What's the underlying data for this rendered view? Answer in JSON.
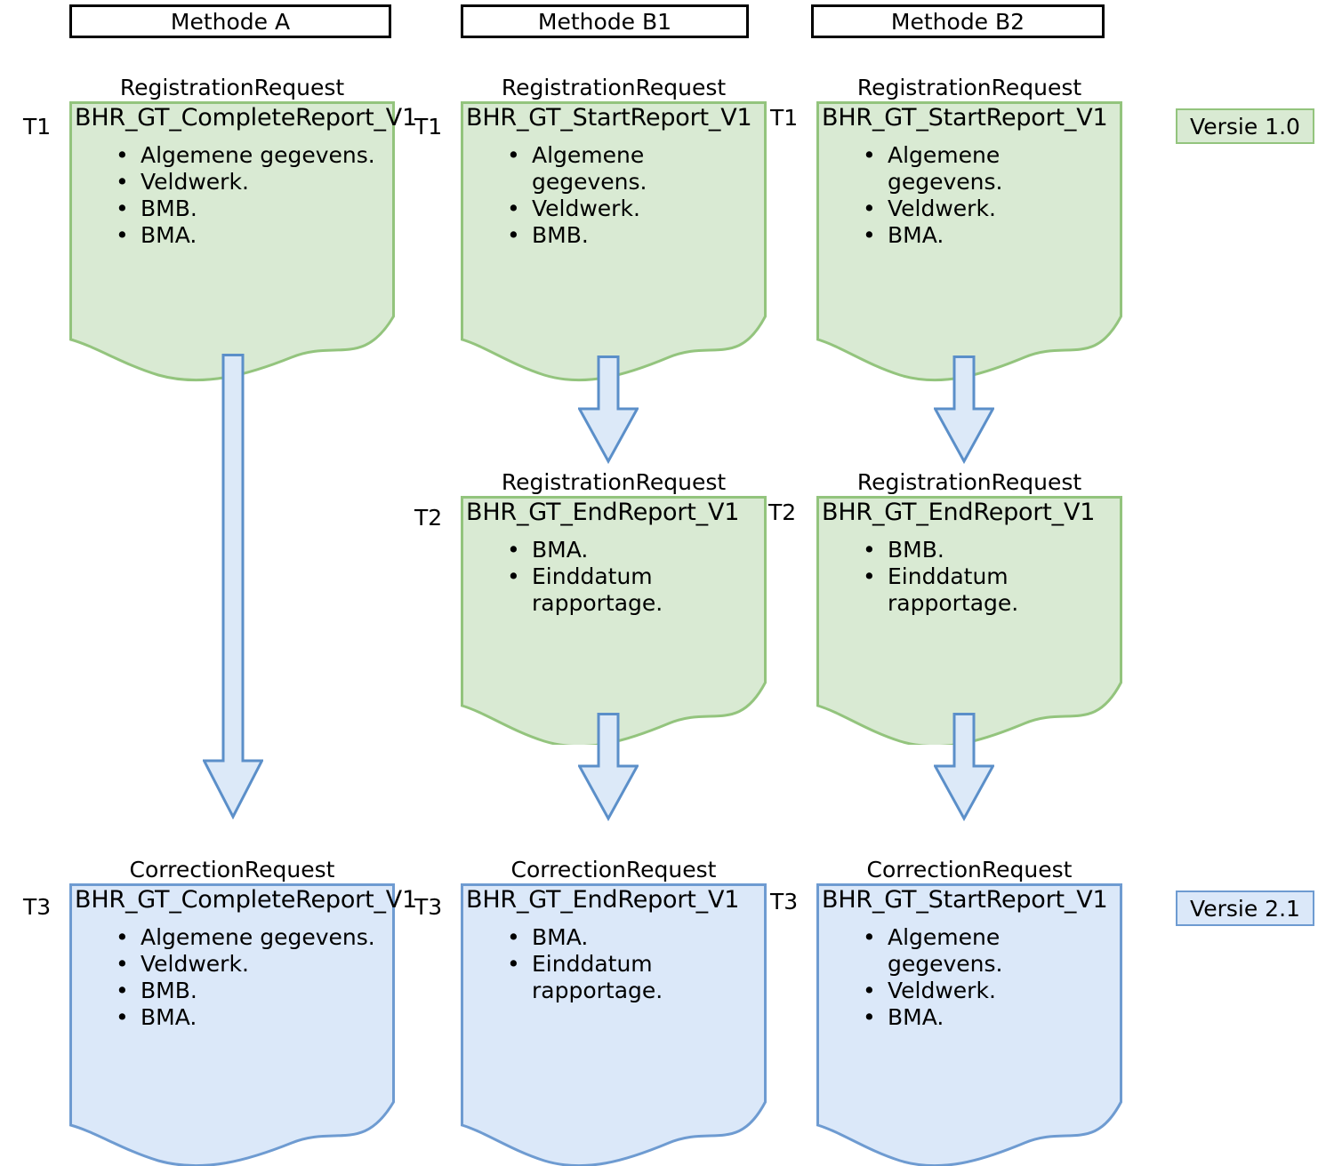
{
  "diagram": {
    "title": "Registratie- en correctieverzoeken per methode",
    "colors": {
      "green_fill": "#d9ead3",
      "green_border": "#93c47d",
      "blue_fill": "#dbe8f9",
      "blue_border": "#6e9bd1",
      "arrow_fill": "#dce9f8",
      "arrow_border": "#5b8fc9",
      "header_border": "#000000"
    }
  },
  "columns": [
    {
      "header_label": "Methode A"
    },
    {
      "header_label": "Methode B1"
    },
    {
      "header_label": "Methode B2"
    }
  ],
  "nodes": [
    {
      "id": "a-t1",
      "column": "Methode A",
      "caption": "RegistrationRequest",
      "title": "BHR_GT_CompleteReport_V1",
      "items": [
        "Algemene gegevens.",
        "Veldwerk.",
        "BMB.",
        "BMA."
      ],
      "time_left": "T1",
      "time_right": "",
      "variant": "green"
    },
    {
      "id": "b1-t1",
      "column": "Methode B1",
      "caption": "RegistrationRequest",
      "title": "BHR_GT_StartReport_V1",
      "items": [
        "Algemene gegevens.",
        "Veldwerk.",
        "BMB."
      ],
      "time_left": "T1",
      "time_right": "T1",
      "variant": "green"
    },
    {
      "id": "b2-t1",
      "column": "Methode B2",
      "caption": "RegistrationRequest",
      "title": "BHR_GT_StartReport_V1",
      "items": [
        "Algemene gegevens.",
        "Veldwerk.",
        "BMA."
      ],
      "time_left": "",
      "time_right": "",
      "variant": "green"
    },
    {
      "id": "b1-t2",
      "column": "Methode B1",
      "caption": "RegistrationRequest",
      "title": "BHR_GT_EndReport_V1",
      "items": [
        "BMA.",
        "Einddatum rapportage."
      ],
      "time_left": "T2",
      "time_right": "T2",
      "variant": "green"
    },
    {
      "id": "b2-t2",
      "column": "Methode B2",
      "caption": "RegistrationRequest",
      "title": "BHR_GT_EndReport_V1",
      "items": [
        "BMB.",
        "Einddatum rapportage."
      ],
      "time_left": "",
      "time_right": "",
      "variant": "green"
    },
    {
      "id": "a-t3",
      "column": "Methode A",
      "caption": "CorrectionRequest",
      "title": "BHR_GT_CompleteReport_V1",
      "items": [
        "Algemene gegevens.",
        "Veldwerk.",
        "BMB.",
        "BMA."
      ],
      "time_left": "T3",
      "time_right": "",
      "variant": "blue"
    },
    {
      "id": "b1-t3",
      "column": "Methode B1",
      "caption": "CorrectionRequest",
      "title": "BHR_GT_EndReport_V1",
      "items": [
        "BMA.",
        "Einddatum rapportage."
      ],
      "time_left": "T3",
      "time_right": "T3",
      "variant": "blue"
    },
    {
      "id": "b2-t3",
      "column": "Methode B2",
      "caption": "CorrectionRequest",
      "title": "BHR_GT_StartReport_V1",
      "items": [
        "Algemene gegevens.",
        "Veldwerk.",
        "BMA."
      ],
      "time_left": "",
      "time_right": "",
      "variant": "blue"
    }
  ],
  "time_markers": {
    "a_t1": "T1",
    "b1_t1_left": "T1",
    "b1_t1_right": "T1",
    "b1_t2_left": "T2",
    "b1_t2_right": "T2",
    "a_t3": "T3",
    "b1_t3_left": "T3",
    "b1_t3_right": "T3"
  },
  "legend": [
    {
      "id": "versie-1",
      "label": "Versie 1.0",
      "variant": "green"
    },
    {
      "id": "versie-2",
      "label": "Versie 2.1",
      "variant": "blue"
    }
  ]
}
